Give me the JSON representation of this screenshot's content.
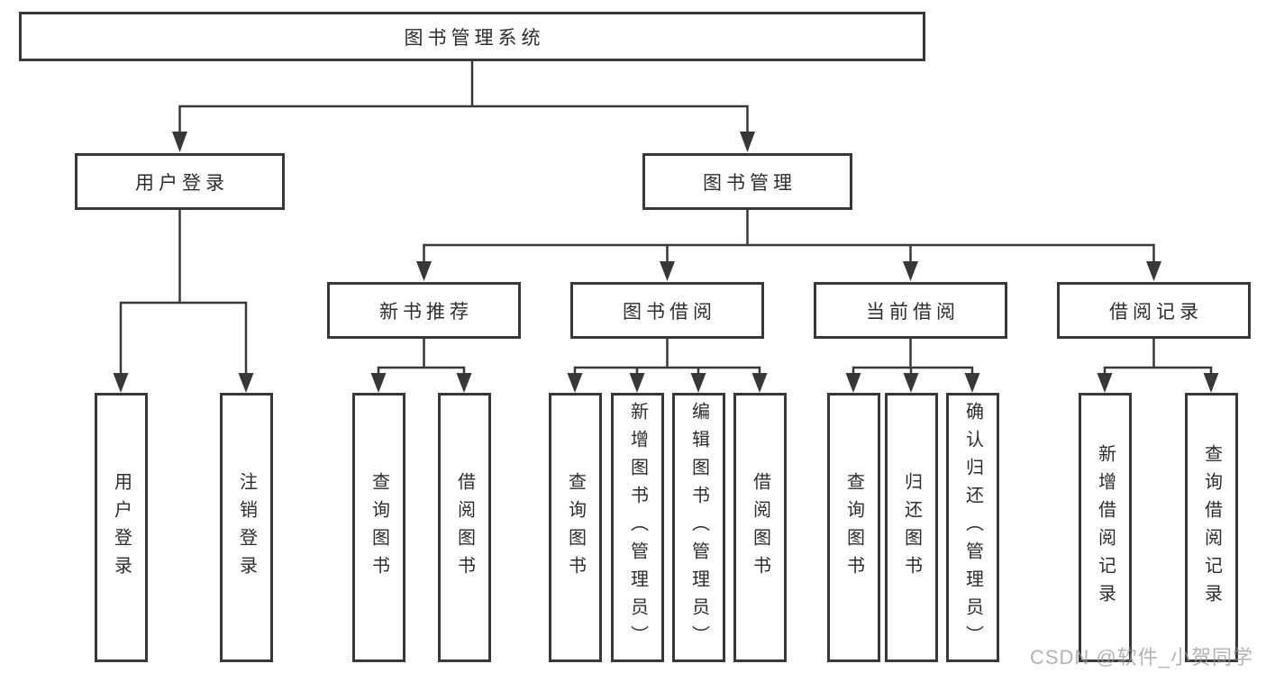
{
  "diagram": {
    "root": {
      "label": "图书管理系统"
    },
    "level2": {
      "user_login": {
        "label": "用户登录"
      },
      "book_mgmt": {
        "label": "图书管理"
      }
    },
    "level3": {
      "new_book_rec": {
        "label": "新书推荐"
      },
      "book_borrow": {
        "label": "图书借阅"
      },
      "current_borrow": {
        "label": "当前借阅"
      },
      "borrow_records": {
        "label": "借阅记录"
      }
    },
    "leaves": {
      "user_login": {
        "label": "用户登录"
      },
      "logout": {
        "label": "注销登录"
      },
      "nb_query_books": {
        "label": "查询图书"
      },
      "nb_borrow_books": {
        "label": "借阅图书"
      },
      "bb_query_books": {
        "label": "查询图书"
      },
      "bb_add_books": {
        "label": "新增图书（管理员）"
      },
      "bb_edit_books": {
        "label": "编辑图书（管理员）"
      },
      "bb_borrow_books": {
        "label": "借阅图书"
      },
      "cb_query_books": {
        "label": "查询图书"
      },
      "cb_return_books": {
        "label": "归还图书"
      },
      "cb_confirm_return": {
        "label": "确认归还（管理员）"
      },
      "br_add_record": {
        "label": "新增借阅记录"
      },
      "br_query_record": {
        "label": "查询借阅记录"
      }
    }
  },
  "watermark": {
    "text": "CSDN @软件_小贺同学"
  },
  "colors": {
    "line": "#383838",
    "box_border": "#383838",
    "text": "#2d2d2d",
    "watermark": "#969696",
    "background": "#ffffff"
  }
}
